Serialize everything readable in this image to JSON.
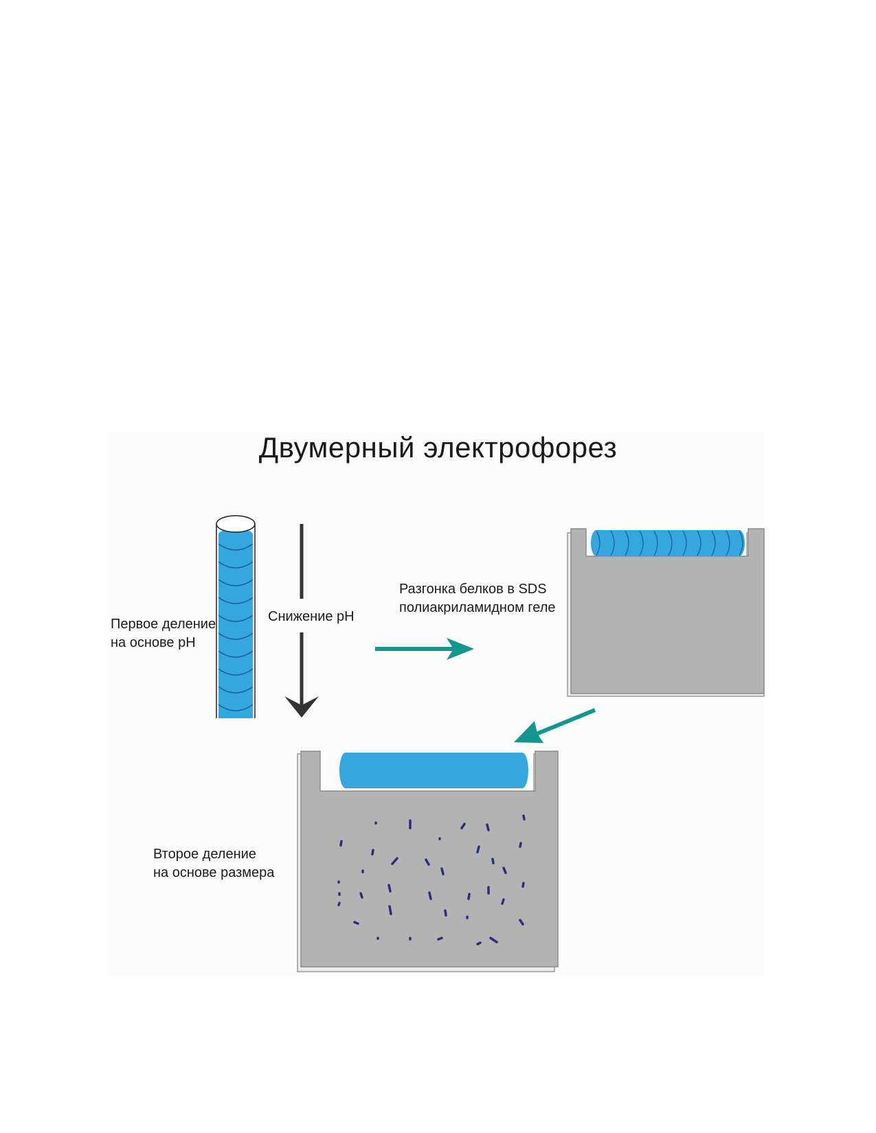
{
  "title": "Двумерный электрофорез",
  "labels": {
    "first_division": [
      "Первое деление",
      "на основе pH"
    ],
    "ph_decrease": "Снижение pH",
    "sds_run": [
      "Разгонка белков в SDS",
      "полиакриламидном геле"
    ],
    "second_division": [
      "Второе деление",
      "на основе размера"
    ]
  },
  "colors": {
    "gel_blue": "#35a7df",
    "band_line": "#1f5f8f",
    "slab_gray": "#b3b3b3",
    "slab_outline": "#8c8c8c",
    "arrow_teal": "#13968f",
    "arrow_dark": "#333333",
    "spot_navy": "#2b2e7e"
  }
}
